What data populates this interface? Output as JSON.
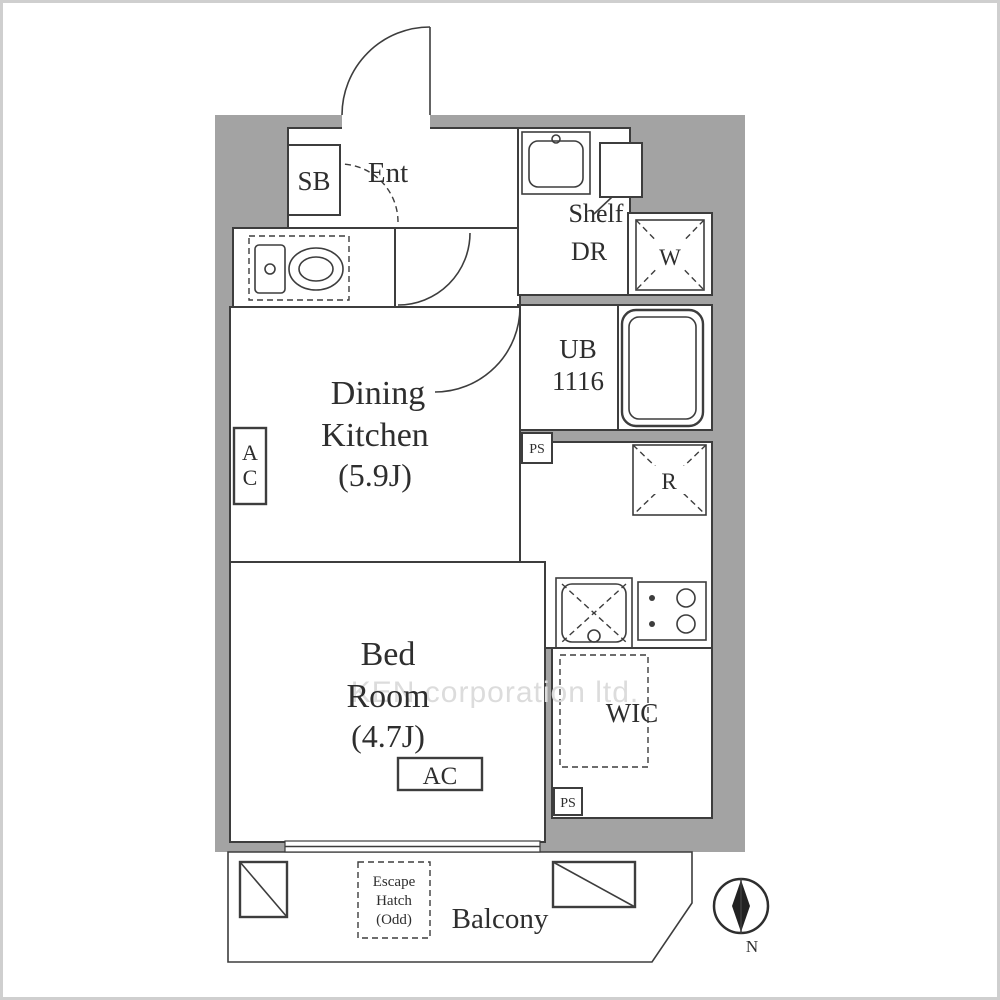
{
  "colors": {
    "wall": "#a3a3a3",
    "line": "#3d3d3d",
    "text": "#2e2e2e",
    "watermark": "#dcdcdc",
    "frame": "#cfcfcf"
  },
  "labels": {
    "sb": "SB",
    "ent": "Ent",
    "shelf": "Shelf",
    "dr": "DR",
    "washer": "W",
    "ub_line1": "UB",
    "ub_line2": "1116",
    "ps_upper": "PS",
    "ps_lower": "PS",
    "fridge": "R",
    "dining_line1": "Dining",
    "dining_line2": "Kitchen",
    "dining_line3": "(5.9J)",
    "ac_wall": "AC",
    "ac_bedroom": "AC",
    "bed_line1": "Bed",
    "bed_line2": "Room",
    "bed_line3": "(4.7J)",
    "wic": "WIC",
    "balcony": "Balcony",
    "escape_line1": "Escape",
    "escape_line2": "Hatch",
    "escape_line3": "(Odd)",
    "compass_north": "N",
    "watermark": "KEN corporation ltd."
  }
}
